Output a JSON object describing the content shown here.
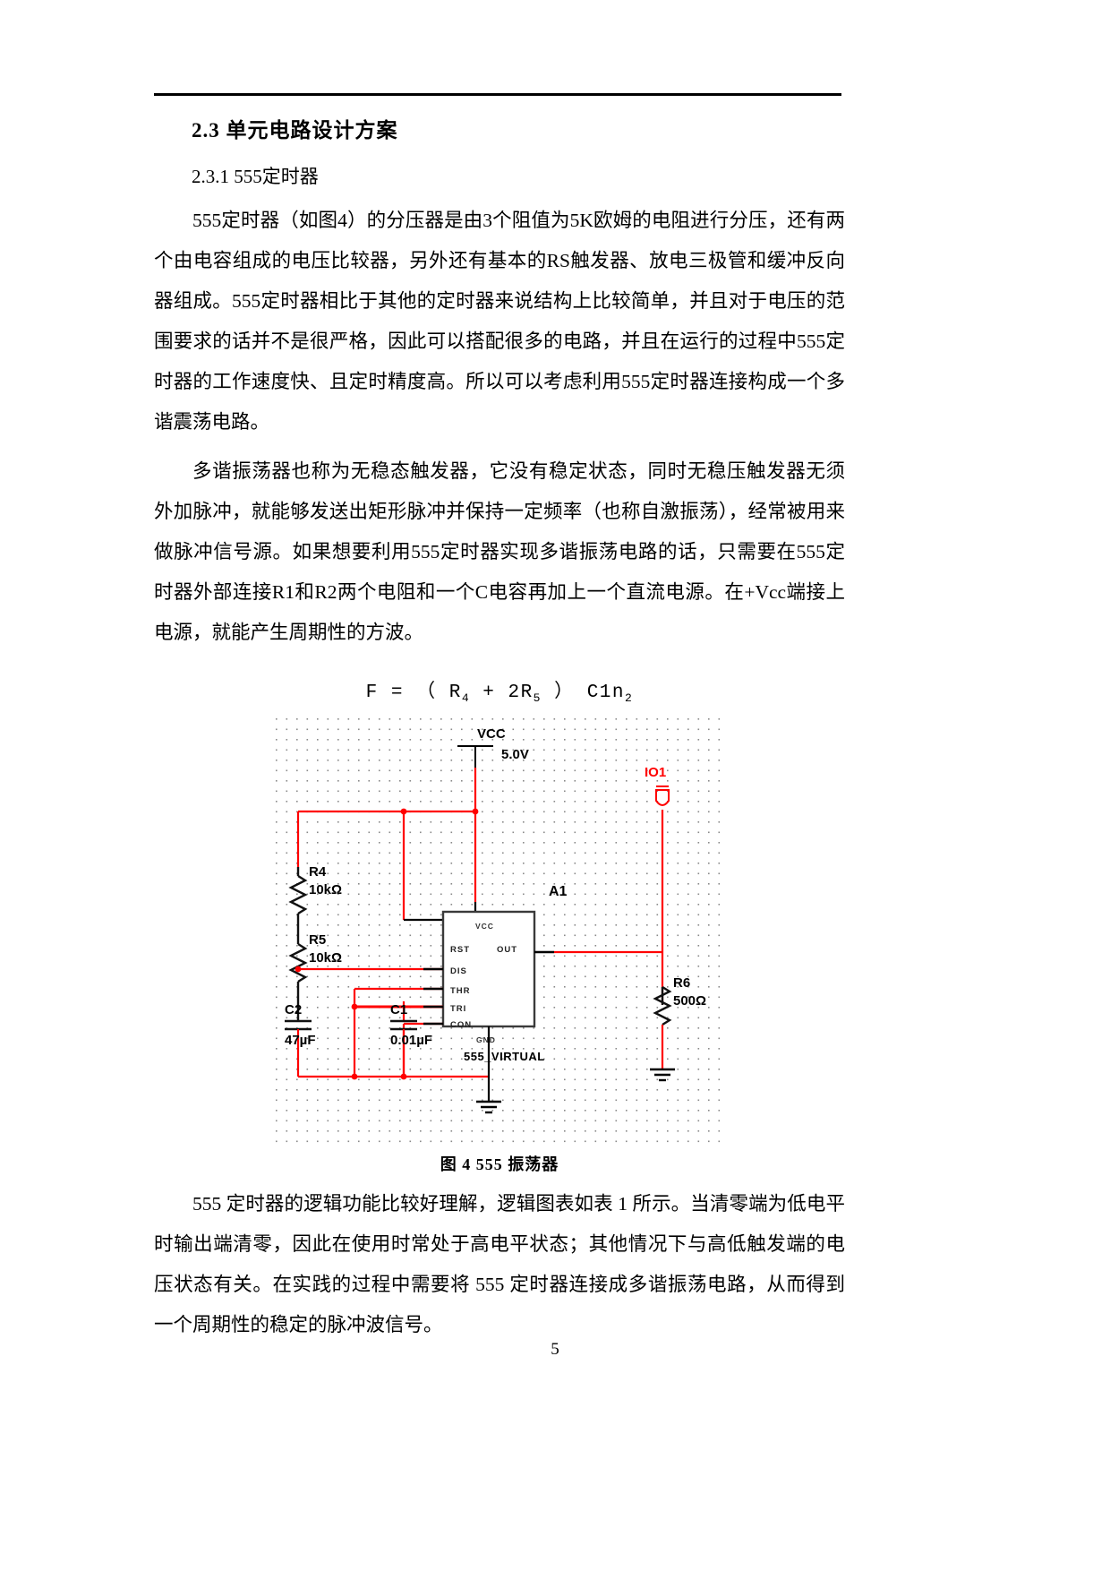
{
  "page": {
    "number": "5"
  },
  "section": {
    "number_title": "2.3  单元电路设计方案",
    "subsection": "2.3.1 555定时器"
  },
  "paragraphs": [
    "555定时器（如图4）的分压器是由3个阻值为5K欧姆的电阻进行分压，还有两个由电容组成的电压比较器，另外还有基本的RS触发器、放电三极管和缓冲反向器组成。555定时器相比于其他的定时器来说结构上比较简单，并且对于电压的范围要求的话并不是很严格，因此可以搭配很多的电路，并且在运行的过程中555定时器的工作速度快、且定时精度高。所以可以考虑利用555定时器连接构成一个多谐震荡电路。",
    "多谐振荡器也称为无稳态触发器，它没有稳定状态，同时无稳压触发器无须外加脉冲，就能够发送出矩形脉冲并保持一定频率（也称自激振荡），经常被用来做脉冲信号源。如果想要利用555定时器实现多谐振荡电路的话，只需要在555定时器外部连接R1和R2两个电阻和一个C电容再加上一个直流电源。在+Vcc端接上电源，就能产生周期性的方波。",
    "555 定时器的逻辑功能比较好理解，逻辑图表如表 1 所示。当清零端为低电平时输出端清零，因此在使用时常处于高电平状态；其他情况下与高低触发端的电压状态有关。在实践的过程中需要将 555 定时器连接成多谐振荡电路，从而得到一个周期性的稳定的脉冲波信号。"
  ],
  "formula": {
    "lhs": "F",
    "eq": "=",
    "open": "（",
    "r4": "R",
    "r4sub": "4",
    "plus": "+",
    "two": "2",
    "r5": "R",
    "r5sub": "5",
    "close": "）",
    "tail": "C1n",
    "tailsub": "2",
    "full": "F = （ R4 + 2R5 ） C1n2"
  },
  "figure": {
    "caption": "图 4  555 振荡器",
    "wire_color": "#ff0000",
    "part_color": "#000000",
    "labels": {
      "vcc": "VCC",
      "vcc_value": "5.0V",
      "a1": "A1",
      "ic_type": "555_VIRTUAL",
      "io1": "IO1",
      "r4_name": "R4",
      "r4_value": "10kΩ",
      "r5_name": "R5",
      "r5_value": "10kΩ",
      "r6_name": "R6",
      "r6_value": "500Ω",
      "c1_name": "C1",
      "c1_value": "0.01µF",
      "c2_name": "C2",
      "c2_value": "47µF"
    },
    "pins": {
      "vcc": "VCC",
      "rst": "RST",
      "dis": "DIS",
      "thr": "THR",
      "tri": "TRI",
      "con": "CON",
      "gnd": "GND",
      "out": "OUT"
    }
  }
}
